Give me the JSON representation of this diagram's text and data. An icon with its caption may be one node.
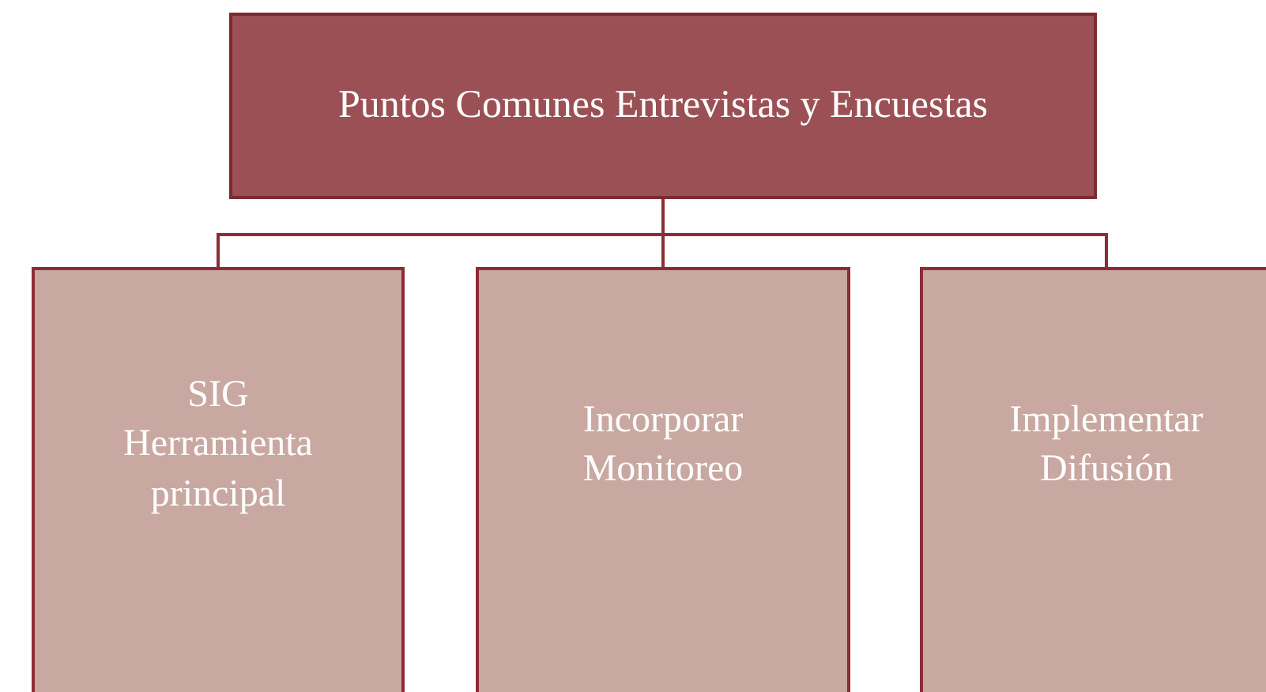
{
  "diagram": {
    "nodes": [
      {
        "text": [
          "Puntos Comunes Entrevistas y Encuestas"
        ]
      },
      {
        "text": [
          "SIG",
          "Herramienta principal"
        ]
      },
      {
        "text": [
          "Incorporar Monitoreo"
        ]
      },
      {
        "text": [
          "Implementar Difusión"
        ]
      }
    ],
    "edges": [
      {
        "from": 0,
        "to": 1,
        "arrow": "none"
      },
      {
        "from": 0,
        "to": 2,
        "arrow": "none"
      },
      {
        "from": 0,
        "to": 3,
        "arrow": "none"
      }
    ]
  }
}
